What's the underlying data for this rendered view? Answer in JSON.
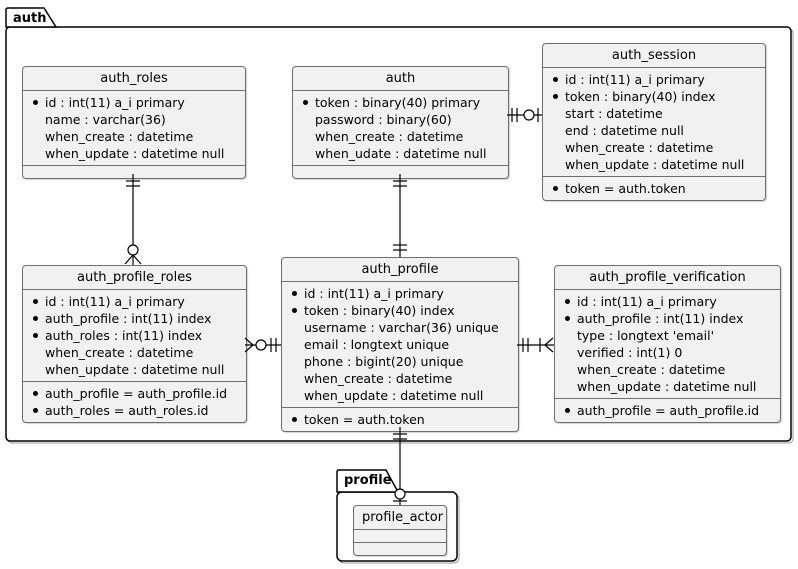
{
  "packages": {
    "auth": {
      "label": "auth"
    },
    "profile": {
      "label": "profile"
    }
  },
  "tables": {
    "auth_roles": {
      "title": "auth_roles",
      "columns": [
        {
          "bullet": true,
          "text": "id : int(11) a_i primary"
        },
        {
          "bullet": false,
          "text": "name : varchar(36)"
        },
        {
          "bullet": false,
          "text": "when_create : datetime"
        },
        {
          "bullet": false,
          "text": "when_update : datetime null"
        }
      ],
      "keys": []
    },
    "auth": {
      "title": "auth",
      "columns": [
        {
          "bullet": true,
          "text": "token : binary(40) primary"
        },
        {
          "bullet": false,
          "text": "password : binary(60)"
        },
        {
          "bullet": false,
          "text": "when_create : datetime"
        },
        {
          "bullet": false,
          "text": "when_udate : datetime null"
        }
      ],
      "keys": []
    },
    "auth_session": {
      "title": "auth_session",
      "columns": [
        {
          "bullet": true,
          "text": "id : int(11) a_i primary"
        },
        {
          "bullet": true,
          "text": "token : binary(40) index"
        },
        {
          "bullet": false,
          "text": "start : datetime"
        },
        {
          "bullet": false,
          "text": "end : datetime null"
        },
        {
          "bullet": false,
          "text": "when_create : datetime"
        },
        {
          "bullet": false,
          "text": "when_update : datetime null"
        }
      ],
      "keys": [
        {
          "bullet": true,
          "text": "token = auth.token"
        }
      ]
    },
    "auth_profile_roles": {
      "title": "auth_profile_roles",
      "columns": [
        {
          "bullet": true,
          "text": "id : int(11) a_i primary"
        },
        {
          "bullet": true,
          "text": "auth_profile : int(11) index"
        },
        {
          "bullet": true,
          "text": "auth_roles : int(11) index"
        },
        {
          "bullet": false,
          "text": "when_create : datetime"
        },
        {
          "bullet": false,
          "text": "when_update : datetime null"
        }
      ],
      "keys": [
        {
          "bullet": true,
          "text": "auth_profile = auth_profile.id"
        },
        {
          "bullet": true,
          "text": "auth_roles = auth_roles.id"
        }
      ]
    },
    "auth_profile": {
      "title": "auth_profile",
      "columns": [
        {
          "bullet": true,
          "text": "id : int(11) a_i primary"
        },
        {
          "bullet": true,
          "text": "token : binary(40) index"
        },
        {
          "bullet": false,
          "text": "username : varchar(36) unique"
        },
        {
          "bullet": false,
          "text": "email : longtext unique"
        },
        {
          "bullet": false,
          "text": "phone : bigint(20) unique"
        },
        {
          "bullet": false,
          "text": "when_create : datetime"
        },
        {
          "bullet": false,
          "text": "when_update : datetime null"
        }
      ],
      "keys": [
        {
          "bullet": true,
          "text": "token = auth.token"
        }
      ]
    },
    "auth_profile_verification": {
      "title": "auth_profile_verification",
      "columns": [
        {
          "bullet": true,
          "text": "id : int(11) a_i primary"
        },
        {
          "bullet": true,
          "text": "auth_profile : int(11) index"
        },
        {
          "bullet": false,
          "text": "type : longtext 'email'"
        },
        {
          "bullet": false,
          "text": "verified : int(1) 0"
        },
        {
          "bullet": false,
          "text": "when_create : datetime"
        },
        {
          "bullet": false,
          "text": "when_update : datetime null"
        }
      ],
      "keys": [
        {
          "bullet": true,
          "text": "auth_profile = auth_profile.id"
        }
      ]
    },
    "profile_actor": {
      "title": "profile_actor",
      "columns": [],
      "keys": []
    }
  },
  "relationships": [
    {
      "from": "auth_roles",
      "to": "auth_profile_roles",
      "from_cardinality": "exactly-one",
      "to_cardinality": "zero-or-many"
    },
    {
      "from": "auth",
      "to": "auth_profile",
      "from_cardinality": "exactly-one",
      "to_cardinality": "exactly-one"
    },
    {
      "from": "auth",
      "to": "auth_session",
      "from_cardinality": "exactly-one",
      "to_cardinality": "zero-or-one"
    },
    {
      "from": "auth_profile",
      "to": "auth_profile_roles",
      "from_cardinality": "exactly-one",
      "to_cardinality": "zero-or-many"
    },
    {
      "from": "auth_profile",
      "to": "auth_profile_verification",
      "from_cardinality": "exactly-one",
      "to_cardinality": "one-or-many"
    },
    {
      "from": "auth_profile",
      "to": "profile_actor",
      "from_cardinality": "exactly-one",
      "to_cardinality": "zero-or-one"
    }
  ],
  "colors": {
    "table_fill": "#f1f1f1",
    "table_border": "#6e6e6e",
    "line": "#000000",
    "background": "#ffffff"
  }
}
